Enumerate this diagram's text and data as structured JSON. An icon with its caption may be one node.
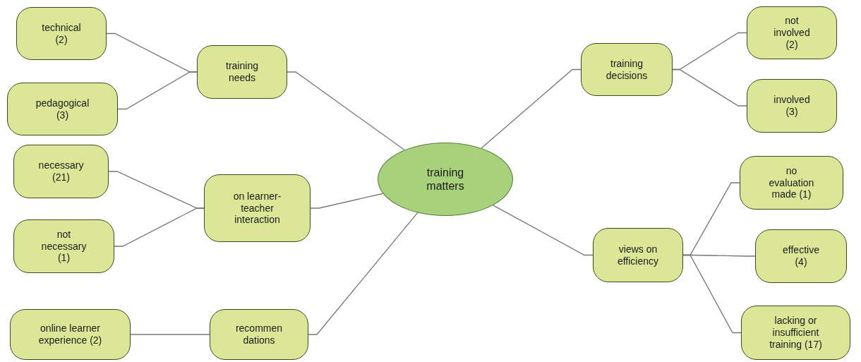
{
  "diagram": {
    "nodes": [
      {
        "text": [
          "training matters"
        ]
      },
      {
        "text": [
          "training needs"
        ]
      },
      {
        "text": [
          "technical (2)"
        ]
      },
      {
        "text": [
          "pedagogical (3)"
        ]
      },
      {
        "text": [
          "on learner- teacher interaction"
        ]
      },
      {
        "text": [
          "necessary (21)"
        ]
      },
      {
        "text": [
          "not necessary (1)"
        ]
      },
      {
        "text": [
          "recommen dations"
        ]
      },
      {
        "text": [
          "online learner experience (2)"
        ]
      },
      {
        "text": [
          "training decisions"
        ]
      },
      {
        "text": [
          "not involved (2)"
        ]
      },
      {
        "text": [
          "involved (3)"
        ]
      },
      {
        "text": [
          "views on efficiency"
        ]
      },
      {
        "text": [
          "no evaluation made (1)"
        ]
      },
      {
        "text": [
          "effective (4)"
        ]
      },
      {
        "text": [
          "lacking or insufficient training (17)"
        ]
      }
    ],
    "edges": [
      {
        "from": 0,
        "to": 1,
        "arrow": "none"
      },
      {
        "from": 1,
        "to": 2,
        "arrow": "none"
      },
      {
        "from": 1,
        "to": 3,
        "arrow": "none"
      },
      {
        "from": 0,
        "to": 4,
        "arrow": "none"
      },
      {
        "from": 4,
        "to": 5,
        "arrow": "none"
      },
      {
        "from": 4,
        "to": 6,
        "arrow": "none"
      },
      {
        "from": 0,
        "to": 7,
        "arrow": "none"
      },
      {
        "from": 7,
        "to": 8,
        "arrow": "none"
      },
      {
        "from": 0,
        "to": 9,
        "arrow": "none"
      },
      {
        "from": 9,
        "to": 10,
        "arrow": "none"
      },
      {
        "from": 9,
        "to": 11,
        "arrow": "none"
      },
      {
        "from": 0,
        "to": 12,
        "arrow": "none"
      },
      {
        "from": 12,
        "to": 13,
        "arrow": "none"
      },
      {
        "from": 12,
        "to": 14,
        "arrow": "none"
      },
      {
        "from": 12,
        "to": 15,
        "arrow": "none"
      }
    ]
  }
}
